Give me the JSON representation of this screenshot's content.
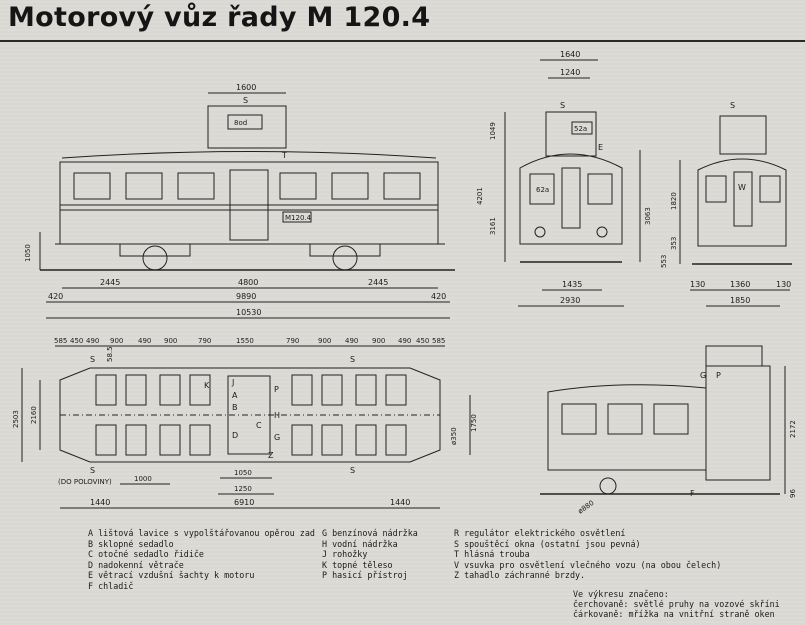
{
  "title": "Motorový vůz řady M 120.4",
  "side_view": {
    "top_width": "1600",
    "roof_letter_s": "S",
    "plate_number": "8od",
    "horn_letter": "T",
    "car_plate": "M120.4",
    "height_1050": "1050",
    "lengths": [
      "2445",
      "4800",
      "2445"
    ],
    "overhangs": [
      "420",
      "420"
    ],
    "wheelbase": "9890",
    "total_length": "10530"
  },
  "front_view": {
    "width_1640": "1640",
    "width_1240": "1240",
    "roof_letter_s": "S",
    "window_number": "52a",
    "dim_1049": "1049",
    "dim_4201": "4201",
    "dim_3161": "3161",
    "dim_3063": "3063",
    "gauge": "1435",
    "width_2930": "2930",
    "letter_e": "E",
    "lower_window_number": "62a"
  },
  "rear_view": {
    "roof_letter_s": "S",
    "letter_w": "W",
    "dim_1820": "1820",
    "dim_553": "553",
    "dim_353": "353",
    "bottom": [
      "130",
      "1360",
      "130"
    ],
    "width_1850": "1850"
  },
  "plan_view": {
    "top_dims": [
      "585",
      "450",
      "490",
      "900",
      "490",
      "900",
      "790",
      "1550",
      "790",
      "900",
      "490",
      "900",
      "490",
      "450",
      "585"
    ],
    "dim_585b": "58.5",
    "letters": [
      "S",
      "S",
      "K",
      "J",
      "A",
      "B",
      "C",
      "D",
      "Z",
      "S",
      "S",
      "P",
      "H",
      "G"
    ],
    "width_2503": "2503",
    "width_2160": "2160",
    "dim_350": "ø350",
    "dim_1750": "1750",
    "label_polovina": "(DO POLOVINY)",
    "dim_1000": "1000",
    "dim_1050b": "1050",
    "dim_1250": "1250",
    "dim_6910": "6910",
    "dims_1440": [
      "1440",
      "1440"
    ]
  },
  "section_view": {
    "dim_2172": "2172",
    "dim_96": "96",
    "dim_880": "ø880",
    "letter_f": "F",
    "letter_g": "G",
    "letter_p": "P"
  },
  "legend_col1": [
    "A lištová lavice s vypolštářovanou opěrou zad",
    "B sklopné sedadlo",
    "C otočné sedadlo řidiče",
    "D nadokenní větrače",
    "E větrací vzdušní šachty k motoru",
    "F chladič"
  ],
  "legend_col2": [
    "G benzínová nádržka",
    "H vodní nádržka",
    "J rohožky",
    "K topné těleso",
    "P hasicí přístroj"
  ],
  "legend_col3": [
    "R regulátor elektrického osvětlení",
    "S spouštěcí okna (ostatní jsou pevná)",
    "T hlásná trouba",
    "V vsuvka pro osvětlení vlečného vozu (na obou čelech)",
    "Z tahadlo záchranné brzdy."
  ],
  "notes": [
    "Ve výkresu značeno:",
    "čerchovaně: světlé pruhy na vozové skříni",
    "čárkovaně: mřížka na vnitřní straně oken"
  ]
}
